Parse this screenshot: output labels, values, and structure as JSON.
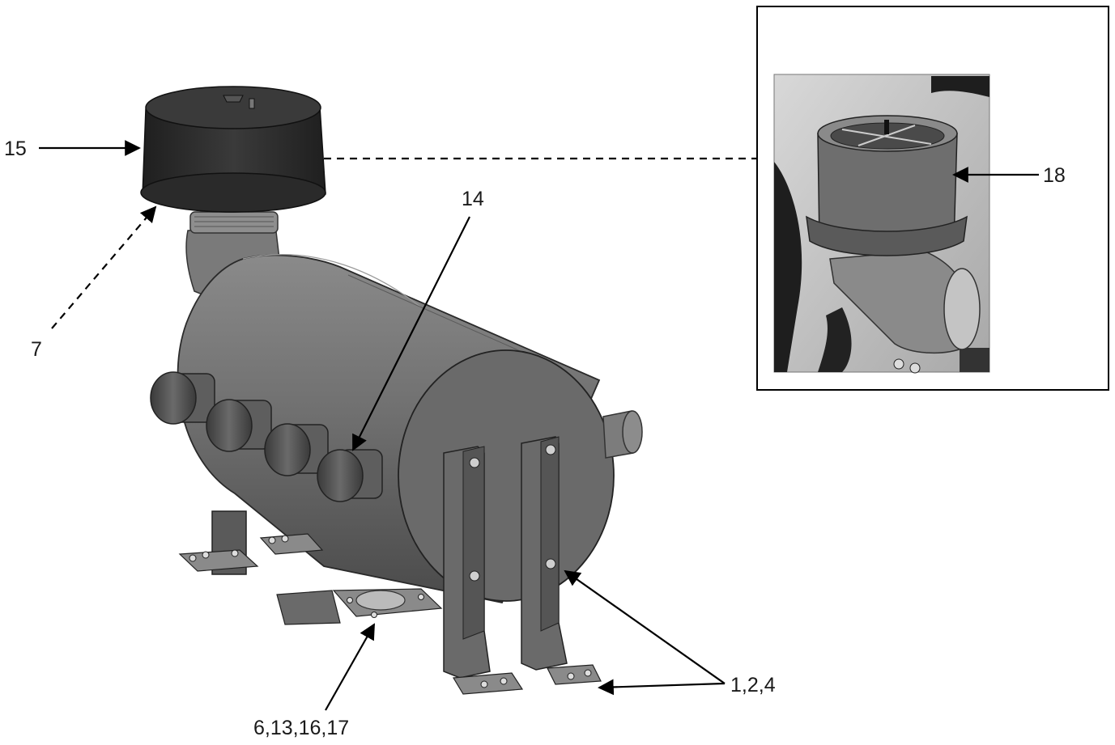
{
  "callouts": {
    "c15": "15",
    "c14": "14",
    "c7": "7",
    "c18": "18",
    "c124": "1,2,4",
    "c613": "6,13,16,17"
  },
  "colors": {
    "shell": "#747474",
    "shell_dark": "#4e4e4e",
    "cover": "#2f2f2f",
    "bracket": "#6a6a6a",
    "line": "#000000"
  },
  "icons": [
    "air-filter-icon",
    "muffler-tank-icon",
    "mounting-bracket-icon",
    "bolt-icon"
  ]
}
